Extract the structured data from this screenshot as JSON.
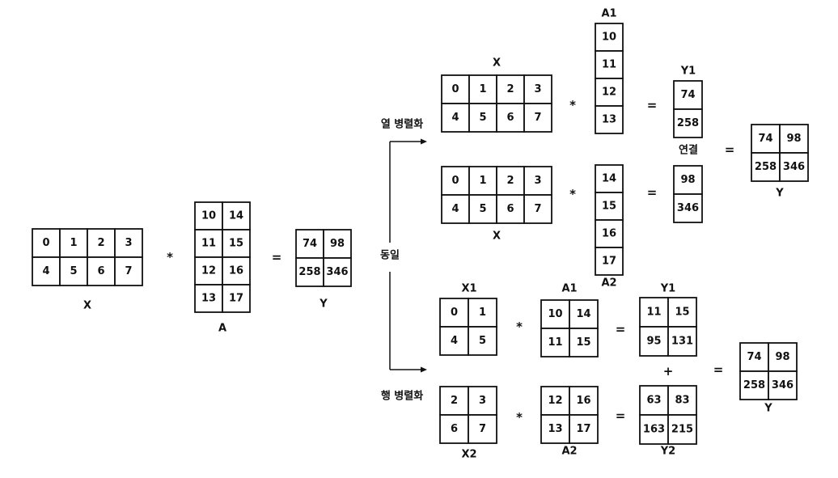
{
  "original": {
    "x": {
      "label": "X",
      "cells": [
        [
          "0",
          "1",
          "2",
          "3"
        ],
        [
          "4",
          "5",
          "6",
          "7"
        ]
      ]
    },
    "a": {
      "label": "A",
      "cells": [
        [
          "10",
          "14"
        ],
        [
          "11",
          "15"
        ],
        [
          "12",
          "16"
        ],
        [
          "13",
          "17"
        ]
      ]
    },
    "y": {
      "label": "Y",
      "cells": [
        [
          "74",
          "98"
        ],
        [
          "258",
          "346"
        ]
      ]
    },
    "op_mul": "*",
    "op_eq": "="
  },
  "equivalent_label": "동일",
  "column_parallel": {
    "label": "열 병렬화",
    "part1": {
      "x": {
        "label": "X",
        "cells": [
          [
            "0",
            "1",
            "2",
            "3"
          ],
          [
            "4",
            "5",
            "6",
            "7"
          ]
        ]
      },
      "a": {
        "label": "A1",
        "cells": [
          [
            "10"
          ],
          [
            "11"
          ],
          [
            "12"
          ],
          [
            "13"
          ]
        ]
      },
      "y": {
        "label": "Y1",
        "cells": [
          [
            "74"
          ],
          [
            "258"
          ]
        ]
      }
    },
    "part2": {
      "x": {
        "label": "X",
        "cells": [
          [
            "0",
            "1",
            "2",
            "3"
          ],
          [
            "4",
            "5",
            "6",
            "7"
          ]
        ]
      },
      "a": {
        "label": "A2",
        "cells": [
          [
            "14"
          ],
          [
            "15"
          ],
          [
            "16"
          ],
          [
            "17"
          ]
        ]
      },
      "y": {
        "cells": [
          [
            "98"
          ],
          [
            "346"
          ]
        ]
      }
    },
    "combine_label": "연결",
    "result": {
      "label": "Y",
      "cells": [
        [
          "74",
          "98"
        ],
        [
          "258",
          "346"
        ]
      ]
    },
    "op_mul": "*",
    "op_eq": "="
  },
  "row_parallel": {
    "label": "행 병렬화",
    "part1": {
      "x": {
        "label": "X1",
        "cells": [
          [
            "0",
            "1"
          ],
          [
            "4",
            "5"
          ]
        ]
      },
      "a": {
        "label": "A1",
        "cells": [
          [
            "10",
            "14"
          ],
          [
            "11",
            "15"
          ]
        ]
      },
      "y": {
        "label": "Y1",
        "cells": [
          [
            "11",
            "15"
          ],
          [
            "95",
            "131"
          ]
        ]
      }
    },
    "part2": {
      "x": {
        "label": "X2",
        "cells": [
          [
            "2",
            "3"
          ],
          [
            "6",
            "7"
          ]
        ]
      },
      "a": {
        "label": "A2",
        "cells": [
          [
            "12",
            "16"
          ],
          [
            "13",
            "17"
          ]
        ]
      },
      "y": {
        "label": "Y2",
        "cells": [
          [
            "63",
            "83"
          ],
          [
            "163",
            "215"
          ]
        ]
      }
    },
    "combine_op": "+",
    "result": {
      "label": "Y",
      "cells": [
        [
          "74",
          "98"
        ],
        [
          "258",
          "346"
        ]
      ]
    },
    "op_mul": "*",
    "op_eq": "="
  }
}
